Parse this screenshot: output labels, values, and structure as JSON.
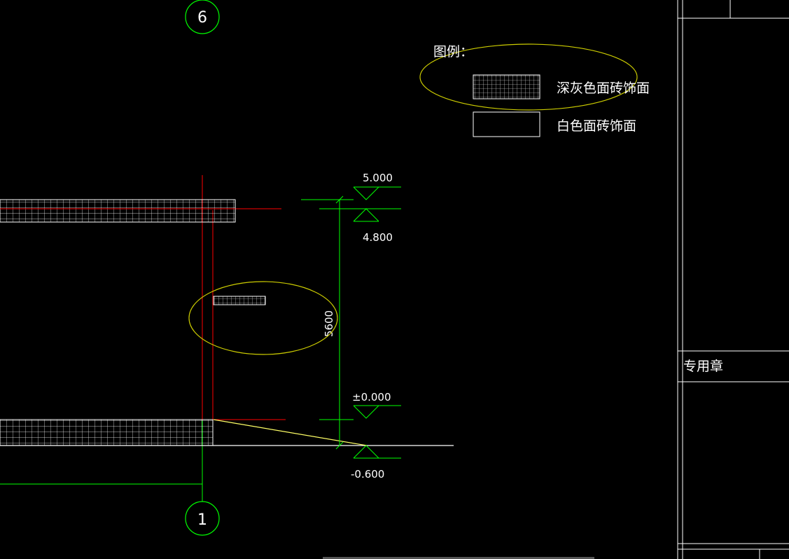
{
  "legend": {
    "title": "图例：",
    "items": [
      {
        "label": "深灰色面砖饰面",
        "swatch": "grid"
      },
      {
        "label": "白色面砖饰面",
        "swatch": "plain"
      }
    ]
  },
  "elevations": {
    "top": "5.000",
    "second": "4.800",
    "ground": "±0.000",
    "bottom": "-0.600"
  },
  "dimension": {
    "height": "5600"
  },
  "axes": {
    "top": "6",
    "bottom": "1"
  },
  "title_block": {
    "stamp_label": "专用章"
  },
  "colors": {
    "background": "#000000",
    "lines_white": "#ffffff",
    "dimension_green": "#00ff00",
    "axis_red": "#ff0000",
    "slope_yellow": "#ffff66",
    "highlight_ellipse": "#cccc00"
  }
}
